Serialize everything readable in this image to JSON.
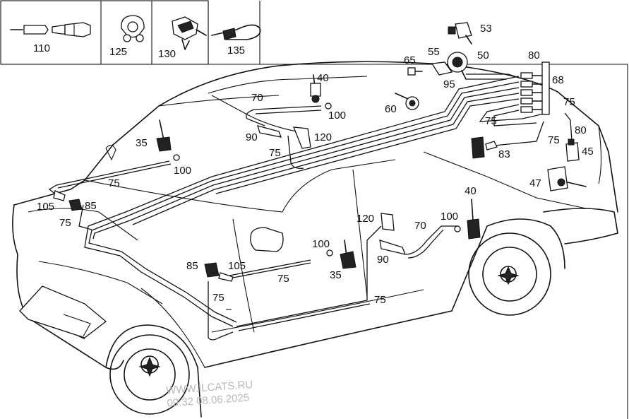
{
  "legend_parts": [
    "110",
    "125",
    "130",
    "135"
  ],
  "callouts": {
    "c53": "53",
    "c55": "55",
    "c50": "50",
    "c65": "65",
    "c95": "95",
    "c60": "60",
    "c80a": "80",
    "c68": "68",
    "c75a": "75",
    "c75b": "75",
    "c80b": "80",
    "c83": "83",
    "c75c": "75",
    "c45": "45",
    "c47": "47",
    "c40a": "40",
    "c70a": "70",
    "c100a": "100",
    "c90a": "90",
    "c120a": "120",
    "c75d": "75",
    "c35a": "35",
    "c100b": "100",
    "c75e": "75",
    "c105a": "105",
    "c85a": "85",
    "c75f": "75",
    "c40b": "40",
    "c100c": "100",
    "c120b": "120",
    "c70b": "70",
    "c100d": "100",
    "c90b": "90",
    "c35b": "35",
    "c75g": "75",
    "c105b": "105",
    "c85b": "85",
    "c75h": "75",
    "c75i": "75"
  },
  "watermark": {
    "site": "WWW.ILCATS.RU",
    "datetime": "09:32 08.06.2025"
  }
}
